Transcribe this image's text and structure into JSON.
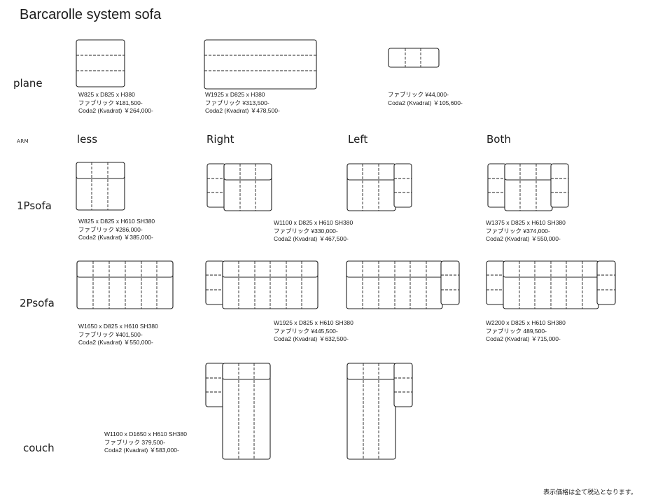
{
  "title": "Barcarolle system sofa",
  "rows": {
    "plane": "plane",
    "arm": "ARM",
    "p1": "1Psofa",
    "p2": "2Psofa",
    "couch": "couch"
  },
  "arm_types": {
    "less": "less",
    "right": "Right",
    "left": "Left",
    "both": "Both"
  },
  "specs": {
    "plane_1": {
      "dim": "W825 x D825 x H380",
      "fabric": "ファブリック ¥181,500-",
      "coda": "Coda2 (Kvadrat) ￥264,000-"
    },
    "plane_2": {
      "dim": "W1925 x D825 x H380",
      "fabric": "ファブリック ¥313,500-",
      "coda": "Coda2 (Kvadrat) ￥478,500-"
    },
    "plane_3": {
      "fabric": "ファブリック ¥44,000-",
      "coda": "Coda2 (Kvadrat) ￥105,600-"
    },
    "p1_less": {
      "dim": "W825 x D825 x H610 SH380",
      "fabric": "ファブリック ¥286,000-",
      "coda": "Coda2 (Kvadrat) ￥385,000-"
    },
    "p1_side": {
      "dim": "W1100 x D825 x H610 SH380",
      "fabric": "ファブリック ¥330,000-",
      "coda": "Coda2 (Kvadrat) ￥467,500-"
    },
    "p1_both": {
      "dim": "W1375 x D825 x H610 SH380",
      "fabric": "ファブリック ¥374,000-",
      "coda": "Coda2 (Kvadrat) ￥550,000-"
    },
    "p2_less": {
      "dim": "W1650 x D825 x H610 SH380",
      "fabric": "ファブリック ¥401,500-",
      "coda": "Coda2 (Kvadrat) ￥550,000-"
    },
    "p2_side": {
      "dim": "W1925 x D825 x H610 SH380",
      "fabric": "ファブリック ¥445,500-",
      "coda": "Coda2 (Kvadrat) ￥632,500-"
    },
    "p2_both": {
      "dim": "W2200 x D825 x H610 SH380",
      "fabric": "ファブリック 489,500-",
      "coda": "Coda2 (Kvadrat) ￥715,000-"
    },
    "couch": {
      "dim": "W1100 x D1650 x H610 SH380",
      "fabric": "ファブリック 379,500-",
      "coda": "Coda2 (Kvadrat) ￥583,000-"
    }
  },
  "footnote": "表示価格は全て税込となります。"
}
